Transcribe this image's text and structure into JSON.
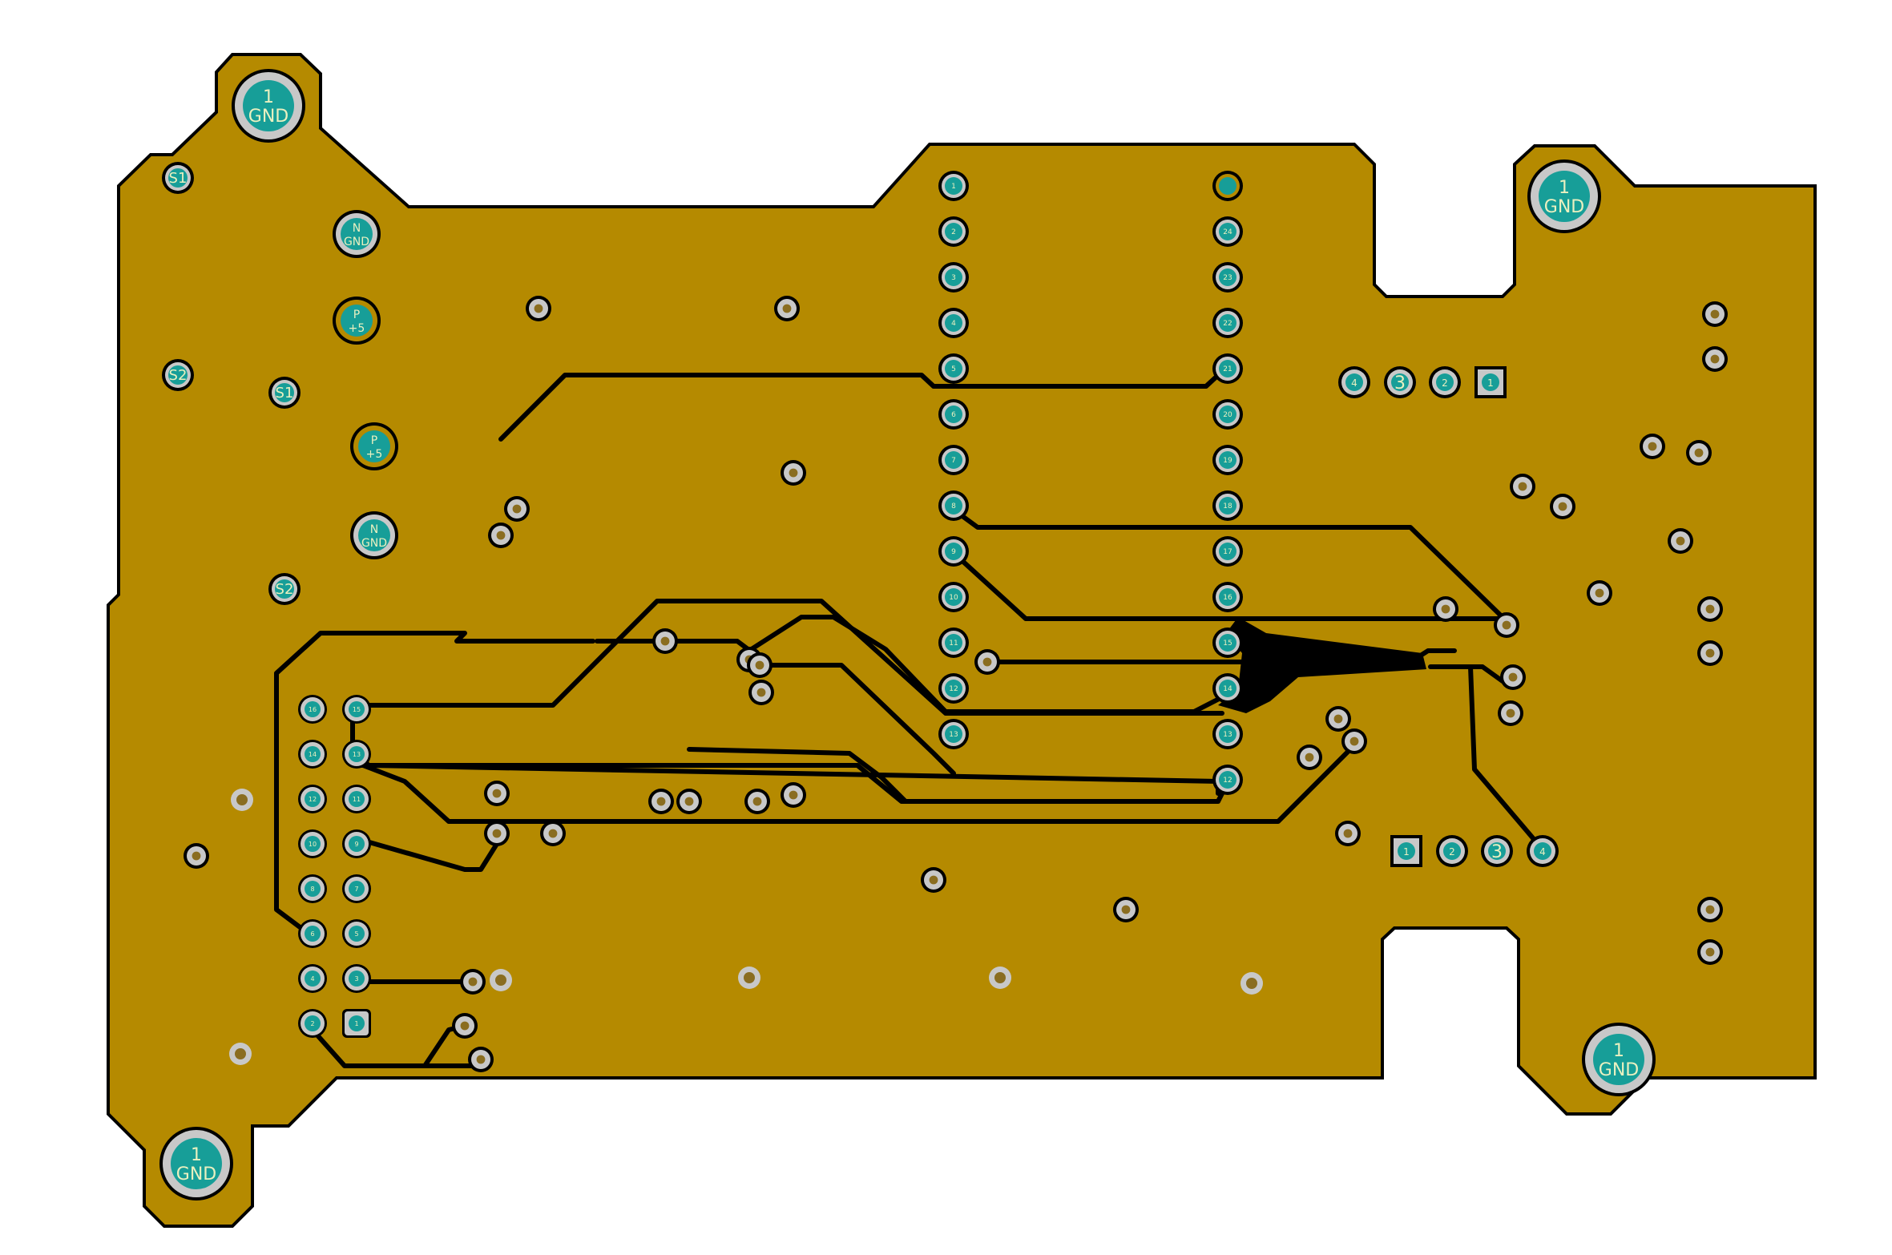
{
  "colors": {
    "board": "#b58a00",
    "outline": "#000000",
    "trace": "#000000",
    "pad_ring": "#c8c8c8",
    "pad_center": "#179e98",
    "pad_text": "#eaf0c0",
    "hole": "#8a6d20"
  },
  "mount_holes": [
    {
      "num": "1",
      "net": "GND"
    },
    {
      "num": "1",
      "net": "GND"
    },
    {
      "num": "1",
      "net": "GND"
    },
    {
      "num": "1",
      "net": "GND"
    }
  ],
  "labeled_pads": [
    {
      "text": "S1"
    },
    {
      "text": "S2"
    },
    {
      "text": "S1"
    },
    {
      "text": "S2"
    },
    {
      "num": "N",
      "net": "GND"
    },
    {
      "num": "N",
      "net": "GND"
    },
    {
      "num": "P",
      "net": "+5"
    },
    {
      "num": "P",
      "net": "+5"
    }
  ],
  "connector_right_top": [
    {
      "text": "4"
    },
    {
      "text": "3"
    },
    {
      "text": "2"
    },
    {
      "text": "1"
    }
  ],
  "connector_right_bottom": [
    {
      "text": "1"
    },
    {
      "text": "2"
    },
    {
      "text": "3"
    },
    {
      "text": "4"
    }
  ],
  "header_left_column": [
    "16",
    "14",
    "12",
    "10",
    "8",
    "6",
    "4",
    "2"
  ],
  "header_right_column": [
    "15",
    "13",
    "11",
    "9",
    "7",
    "5",
    "3",
    "1"
  ],
  "mcu_left_column": [
    "1",
    "2",
    "3",
    "4",
    "5",
    "6",
    "7",
    "8",
    "9",
    "10",
    "11",
    "12",
    "13"
  ],
  "mcu_right_column": [
    "24",
    "23",
    "22",
    "21",
    "20",
    "19",
    "18",
    "17",
    "16",
    "15",
    "14",
    "13",
    "12"
  ]
}
